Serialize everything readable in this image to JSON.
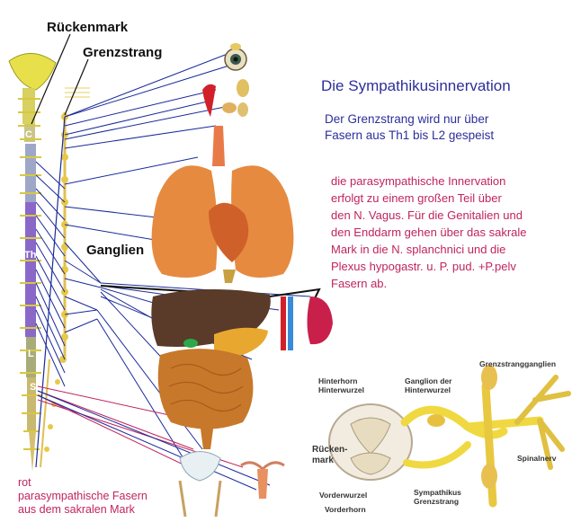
{
  "title": "Die Sympathikusinnervation",
  "labels": {
    "rueckenmark": "Rückenmark",
    "grenzstrang": "Grenzstrang",
    "ganglien": "Ganglien"
  },
  "segments": {
    "c": "C",
    "th": "Th",
    "l": "L",
    "s": "S"
  },
  "grenzstrang_text": [
    "Der Grenzstrang wird nur über",
    "Fasern aus Th1 bis L2 gespeist"
  ],
  "parasympathetic_text": [
    "die parasympathische Innervation",
    "erfolgt zu einem großen Teil über",
    "den N. Vagus. Für die Genitalien und",
    "den Enddarm gehen über das sakrale",
    "Mark in die N. splanchnici und die",
    "Plexus hypogastr. u. P. pud. +P.pelv",
    "Fasern ab."
  ],
  "inset": {
    "hinterhorn": "Hinterhorn",
    "hinterwurzel": "Hinterwurzel",
    "ganglion_der": "Ganglion der",
    "hinterwurzel2": "Hinterwurzel",
    "grenzstrangganglien": "Grenzstrangganglien",
    "ruecken": "Rücken-",
    "mark": "mark",
    "spinalnerv": "Spinalnerv",
    "vorderwurzel": "Vorderwurzel",
    "vorderhorn": "Vorderhorn",
    "sympathikus": "Sympathikus",
    "grenzstrang": "Grenzstrang"
  },
  "legend": [
    "rot",
    "parasympathische Fasern",
    "aus dem sakralen Mark"
  ],
  "colors": {
    "title_blue": "#2c2f9a",
    "text_pink": "#c0245e",
    "fibre_blue": "#1a2a9a",
    "fibre_red": "#c0245e"
  }
}
